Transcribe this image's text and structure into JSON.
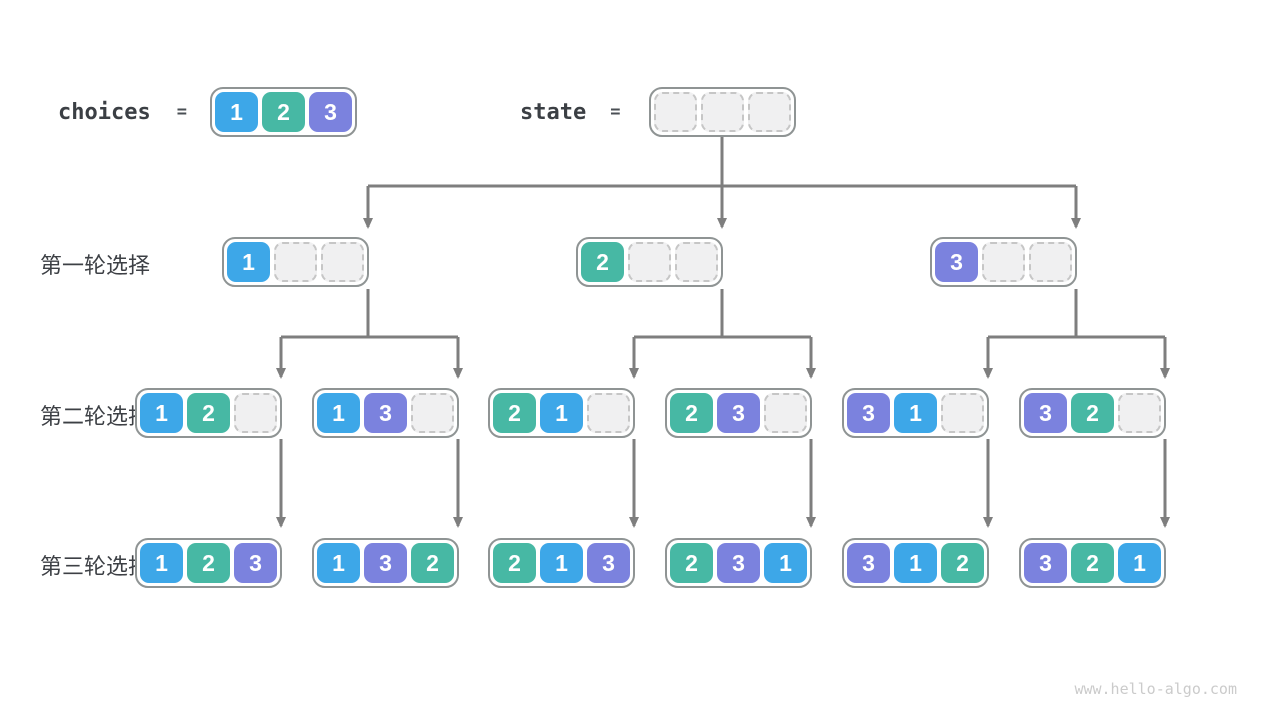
{
  "page": {
    "watermark": "www.hello-algo.com",
    "background": "#ffffff"
  },
  "palette": {
    "1": "#3da7e8",
    "2": "#47b8a4",
    "3": "#7b82de",
    "empty_fill": "#f0f0f1",
    "empty_border": "#c6c6c6",
    "node_border": "#8f9494",
    "connector": "#7e7e7e",
    "text_dark": "#3b3f44"
  },
  "header": {
    "choices": {
      "label": "choices",
      "equals": "=",
      "cells": [
        "1",
        "2",
        "3"
      ]
    },
    "state": {
      "label": "state",
      "equals": "=",
      "cells": [
        "",
        "",
        ""
      ]
    }
  },
  "rows": [
    {
      "label": "第一轮选择",
      "nodes": [
        [
          "1",
          "",
          ""
        ],
        [
          "2",
          "",
          ""
        ],
        [
          "3",
          "",
          ""
        ]
      ]
    },
    {
      "label": "第二轮选择",
      "nodes": [
        [
          "1",
          "2",
          ""
        ],
        [
          "1",
          "3",
          ""
        ],
        [
          "2",
          "1",
          ""
        ],
        [
          "2",
          "3",
          ""
        ],
        [
          "3",
          "1",
          ""
        ],
        [
          "3",
          "2",
          ""
        ]
      ]
    },
    {
      "label": "第三轮选择",
      "nodes": [
        [
          "1",
          "2",
          "3"
        ],
        [
          "1",
          "3",
          "2"
        ],
        [
          "2",
          "1",
          "3"
        ],
        [
          "2",
          "3",
          "1"
        ],
        [
          "3",
          "1",
          "2"
        ],
        [
          "3",
          "2",
          "1"
        ]
      ]
    }
  ]
}
